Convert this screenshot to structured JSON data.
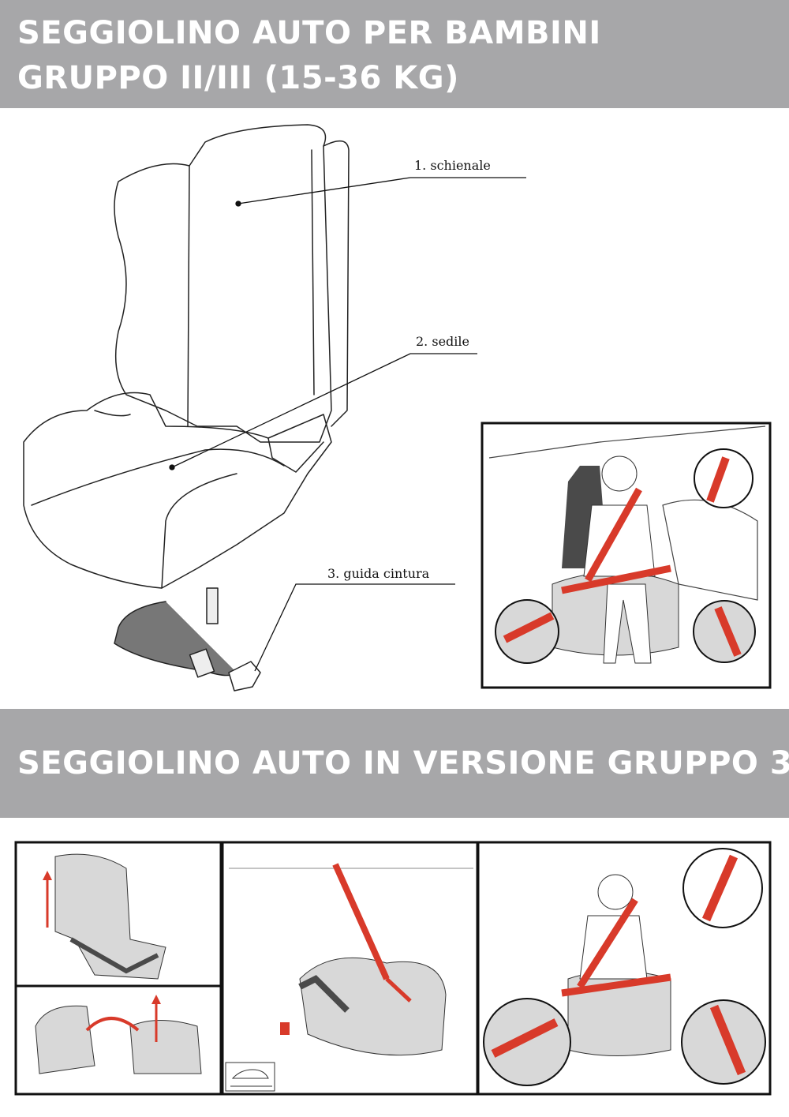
{
  "header": {
    "title_line1": "SEGGIOLINO AUTO PER BAMBINI",
    "title_line2": "GRUPPO II/III (15-36 KG)"
  },
  "parts": [
    {
      "label": "1. schienale"
    },
    {
      "label": "2. sedile"
    },
    {
      "label": "3. guida cintura"
    }
  ],
  "section2": {
    "title": "SEGGIOLINO AUTO IN VERSIONE GRUPPO 3"
  },
  "colors": {
    "banner": "#a7a7a9",
    "belt": "#d83a2a",
    "seat_fill": "#d8d8d8",
    "seat_dark": "#4a4a4a",
    "line": "#222222"
  }
}
